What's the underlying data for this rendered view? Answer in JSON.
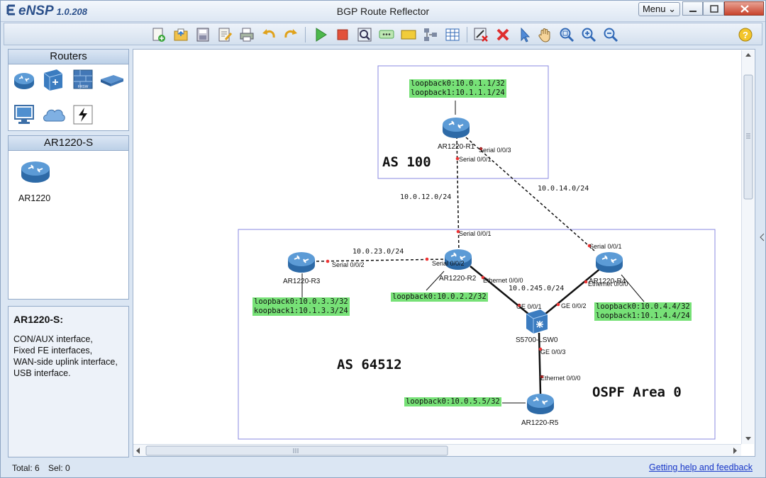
{
  "app": {
    "name": "eNSP",
    "version": "1.0.208",
    "title": "BGP Route Reflector",
    "menu_label": "Menu"
  },
  "toolbar": {
    "icons": [
      "new-topology-icon",
      "open-icon",
      "save-icon",
      "save-as-icon",
      "print-icon",
      "undo-icon",
      "redo-icon",
      "start-device-icon",
      "stop-device-icon",
      "capture-icon",
      "text-icon",
      "palette-icon",
      "topology-icon",
      "grid-icon",
      "delete-link-icon",
      "delete-icon",
      "select-icon",
      "pan-hand-icon",
      "zoom-fit-icon",
      "zoom-in-icon",
      "zoom-out-icon",
      "help-icon"
    ]
  },
  "left_panel": {
    "routers_header": "Routers",
    "categories": [
      "router-icon",
      "switch-icon",
      "firewall-icon",
      "wlan-icon",
      "pc-icon",
      "cloud-icon",
      "link-icon"
    ],
    "group_header": "AR1220-S",
    "device_label": "AR1220",
    "desc_title": "AR1220-S:",
    "desc_text": "CON/AUX interface,\nFixed FE interfaces,\nWAN-side uplink interface,\nUSB interface."
  },
  "topology": {
    "areas": {
      "as100": "AS 100",
      "as64512": "AS 64512",
      "ospf": "OSPF Area 0"
    },
    "devices": {
      "r1": "AR1220-R1",
      "r2": "AR1220-R2",
      "r3": "AR1220-R3",
      "r4": "AR1220-R4",
      "r5": "AR1220-R5",
      "sw": "S5700-LSW0"
    },
    "networks": {
      "n12": "10.0.12.0/24",
      "n14": "10.0.14.0/24",
      "n23": "10.0.23.0/24",
      "n245": "10.0.245.0/24"
    },
    "ports": {
      "r1_s003": "Serial 0/0/3",
      "r1_s001": "Serial 0/0/1",
      "r2_s001": "Serial 0/0/1",
      "r2_s002": "Serial 0/0/2",
      "r2_eth": "Ethernet 0/0/0",
      "r3_s002": "Serial 0/0/2",
      "r4_s001": "Serial 0/0/1",
      "r4_eth": "Ethernet 0/0/0",
      "sw_ge1": "GE 0/0/1",
      "sw_ge2": "GE 0/0/2",
      "sw_ge3": "GE 0/0/3",
      "r5_eth": "Ethernet 0/0/0"
    },
    "loopbacks": {
      "r1_l0": "loopback0:10.0.1.1/32",
      "r1_l1": "loopback1:10.1.1.1/24",
      "r2_l0": "loopback0:10.0.2.2/32",
      "r3_l0": "loopback0:10.0.3.3/32",
      "r3_l1": "koopback1:10.1.3.3/24",
      "r4_l0": "loopback0:10.0.4.4/32",
      "r4_l1": "loopback1:10.1.4.4/24",
      "r5_l0": "loopback0:10.0.5.5/32"
    }
  },
  "status": {
    "total": "Total: 6",
    "sel": "Sel: 0",
    "help_link": "Getting help and feedback"
  }
}
